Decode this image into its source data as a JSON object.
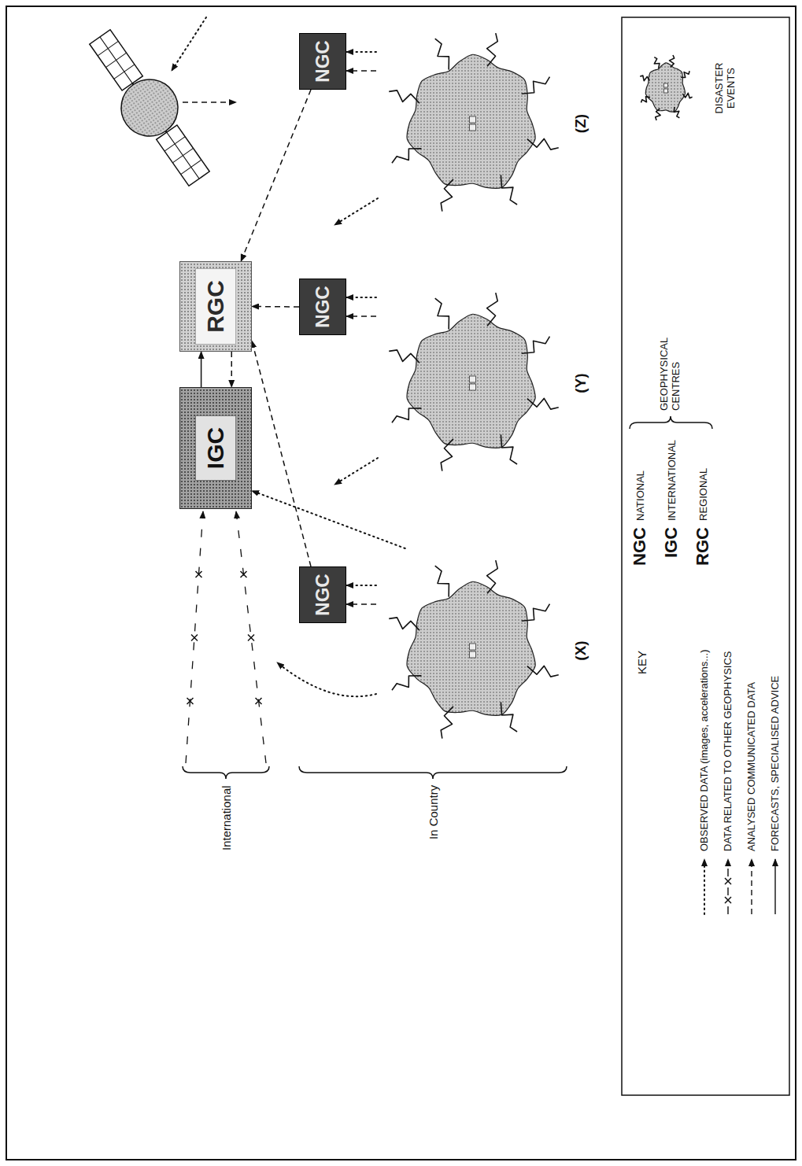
{
  "diagram": {
    "nodes": [
      {
        "text": [
          "IGC"
        ]
      },
      {
        "text": [
          "RGC"
        ]
      },
      {
        "text": [
          "NGC"
        ]
      },
      {
        "text": [
          "NGC"
        ]
      },
      {
        "text": [
          "NGC"
        ]
      },
      {
        "text": [
          "(X)"
        ]
      },
      {
        "text": [
          "(Y)"
        ]
      },
      {
        "text": [
          "(Z)"
        ]
      }
    ],
    "edges": [
      {
        "from": 0,
        "to": 1,
        "arrow": "to"
      },
      {
        "from": 1,
        "to": 0,
        "arrow": "to"
      },
      {
        "from": 2,
        "to": 1,
        "arrow": "to"
      },
      {
        "from": 3,
        "to": 1,
        "arrow": "to"
      },
      {
        "from": 4,
        "to": 1,
        "arrow": "to"
      },
      {
        "from": 5,
        "to": 2,
        "arrow": "to"
      },
      {
        "from": 5,
        "to": 2,
        "arrow": "to"
      },
      {
        "from": 6,
        "to": 3,
        "arrow": "to"
      },
      {
        "from": 6,
        "to": 3,
        "arrow": "to"
      },
      {
        "from": 7,
        "to": 4,
        "arrow": "to"
      },
      {
        "from": 7,
        "to": 4,
        "arrow": "to"
      },
      {
        "from": 5,
        "to": 0,
        "arrow": "to"
      }
    ],
    "labels": [
      "International",
      "In Country",
      "KEY",
      "NGC",
      "NATIONAL",
      "IGC",
      "INTERNATIONAL",
      "RGC",
      "REGIONAL",
      "GEOPHYSICAL CENTRES"
    ],
    "legend": [
      {
        "text": "OBSERVED DATA (images, accelerations...)"
      },
      {
        "text": "DATA RELATED TO OTHER GEOPHYSICS"
      },
      {
        "text": "ANALYSED COMMUNICATED DATA"
      },
      {
        "text": "FORECASTS, SPECIALISED ADVICE"
      },
      {
        "text": "DISASTER EVENTS"
      }
    ]
  }
}
